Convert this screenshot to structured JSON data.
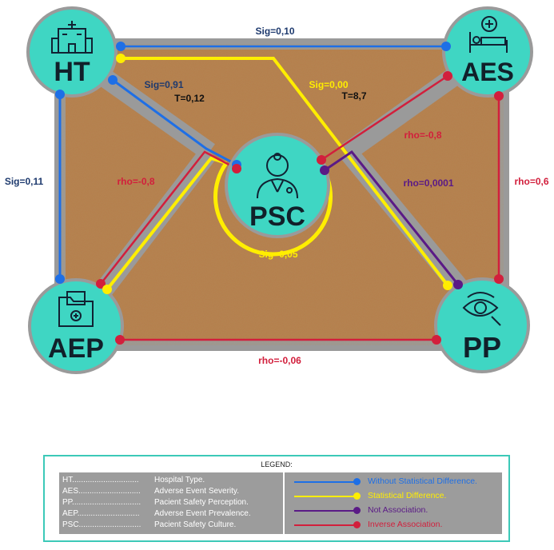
{
  "nodes": {
    "ht": {
      "label": "HT",
      "icon": "hospital-building-icon"
    },
    "aes": {
      "label": "AES",
      "icon": "hospital-bed-icon"
    },
    "psc": {
      "label": "PSC",
      "icon": "doctor-icon"
    },
    "aep": {
      "label": "AEP",
      "icon": "medical-folder-icon"
    },
    "pp": {
      "label": "PP",
      "icon": "eye-magnifier-icon"
    }
  },
  "edges": {
    "ht_aes": "Sig=0,10",
    "ht_aep": "Sig=0,11",
    "ht_psc_sig": "Sig=0,91",
    "ht_psc_t": "T=0,12",
    "ht_pp_sig": "Sig=0,00",
    "ht_pp_t": "T=8,7",
    "aes_psc": "rho=-0,8",
    "aes_pp": "rho=0,6",
    "psc_aep": "rho=-0,8",
    "psc_pp": "rho=0,0001",
    "psc_aep_sig": "Sig=0,05",
    "aep_pp": "rho=-0,06"
  },
  "legend": {
    "title": "LEGEND:",
    "abbreviations": [
      {
        "key": "HT..............................",
        "value": "Hospital Type."
      },
      {
        "key": "AES............................",
        "value": "Adverse Event Severity."
      },
      {
        "key": "PP...............................",
        "value": "Pacient Safety Perception."
      },
      {
        "key": "AEP............................",
        "value": "Adverse Event Prevalence."
      },
      {
        "key": "PSC............................",
        "value": "Pacient Safety Culture."
      }
    ],
    "lines": [
      {
        "label": "Without Statistical Difference.",
        "color": "#1e6fe6"
      },
      {
        "label": "Statistical Difference.",
        "color": "#ffee00"
      },
      {
        "label": "Not Association.",
        "color": "#5a1a86"
      },
      {
        "label": "Inverse Association.",
        "color": "#d21f3c"
      }
    ]
  },
  "colors": {
    "blue": "#1e6fe6",
    "yellow": "#ffee00",
    "purple": "#5a1a86",
    "red": "#d21f3c",
    "teal": "#3fd6c3",
    "board": "#b57e4b",
    "frame": "#9a9a9a",
    "label_blue": "#1e3a6e"
  }
}
